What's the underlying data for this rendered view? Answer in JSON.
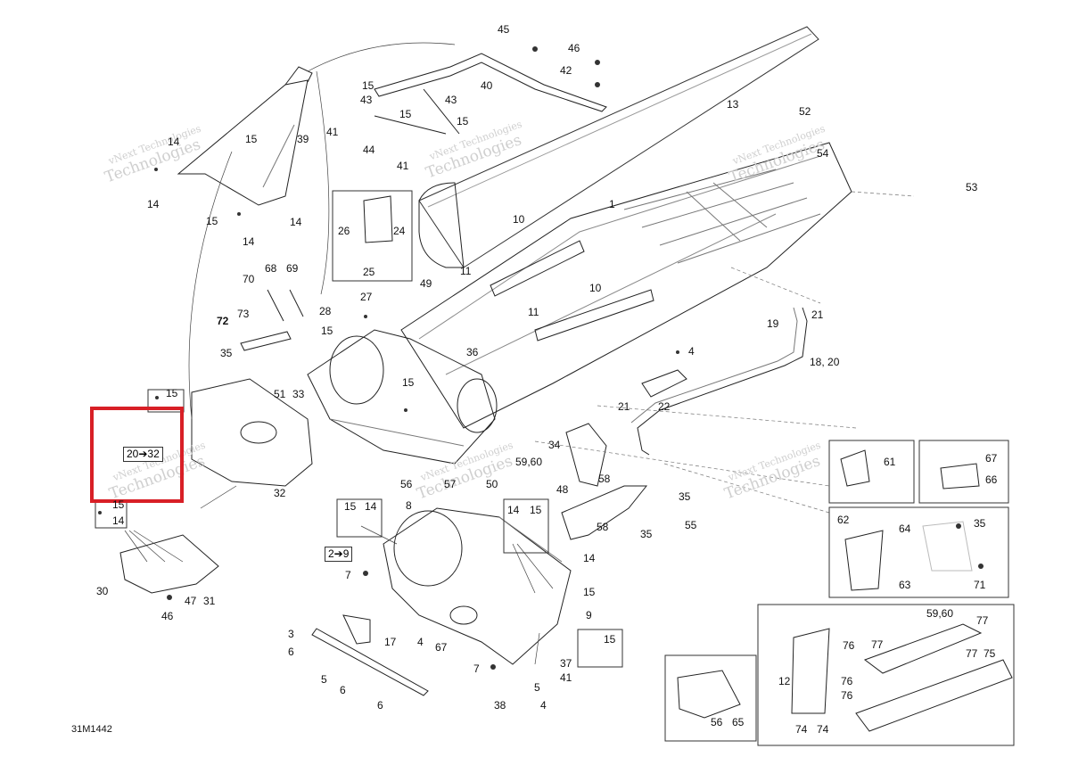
{
  "diagram": {
    "figure_code": "31M1442",
    "watermark": {
      "line1": "vNext Technologies",
      "line2": "Technologies"
    },
    "highlight_color": "#d81f26",
    "callouts": {
      "c1": "1",
      "c4a": "4",
      "c4b": "4",
      "c4c": "4",
      "c3": "3",
      "c5a": "5",
      "c5b": "5",
      "c6a": "6",
      "c6b": "6",
      "c6c": "6",
      "c7a": "7",
      "c7b": "7",
      "c8": "8",
      "c9": "9",
      "c10a": "10",
      "c10b": "10",
      "c11a": "11",
      "c11b": "11",
      "c12": "12",
      "c13": "13",
      "c14a": "14",
      "c14b": "14",
      "c14c": "14",
      "c14d": "14",
      "c14e": "14",
      "c14f": "14",
      "c14g": "14",
      "c14h": "14",
      "c15a": "15",
      "c15b": "15",
      "c15c": "15",
      "c15d": "15",
      "c15e": "15",
      "c15f": "15",
      "c15g": "15",
      "c15h": "15",
      "c15i": "15",
      "c15j": "15",
      "c15k": "15",
      "c15l": "15",
      "c15m": "15",
      "c17": "17",
      "c19": "19",
      "c1820": "18, 20",
      "c21a": "21",
      "c21b": "21",
      "c22": "22",
      "c24": "24",
      "c25": "25",
      "c26": "26",
      "c27": "27",
      "c28": "28",
      "c2032": "20➔32",
      "c29": "2➔9",
      "c30": "30",
      "c31": "31",
      "c32": "32",
      "c33": "33",
      "c34": "34",
      "c35a": "35",
      "c35b": "35",
      "c35c": "35",
      "c35d": "35",
      "c36": "36",
      "c37": "37",
      "c38": "38",
      "c39": "39",
      "c40": "40",
      "c41a": "41",
      "c41b": "41",
      "c41c": "41",
      "c42": "42",
      "c43a": "43",
      "c43b": "43",
      "c44": "44",
      "c45": "45",
      "c46a": "46",
      "c46b": "46",
      "c47": "47",
      "c48": "48",
      "c49": "49",
      "c50": "50",
      "c51": "51",
      "c52": "52",
      "c53": "53",
      "c54": "54",
      "c55": "55",
      "c56a": "56",
      "c56b": "56",
      "c57": "57",
      "c58a": "58",
      "c58b": "58",
      "c5960a": "59,60",
      "c5960b": "59,60",
      "c61": "61",
      "c62": "62",
      "c63": "63",
      "c64": "64",
      "c65": "65",
      "c66": "66",
      "c67a": "67",
      "c67b": "67",
      "c68": "68",
      "c69": "69",
      "c70": "70",
      "c71": "71",
      "c72": "72",
      "c73": "73",
      "c74a": "74",
      "c74b": "74",
      "c75": "75",
      "c76a": "76",
      "c76b": "76",
      "c76c": "76",
      "c77a": "77",
      "c77b": "77",
      "c77c": "77"
    }
  }
}
